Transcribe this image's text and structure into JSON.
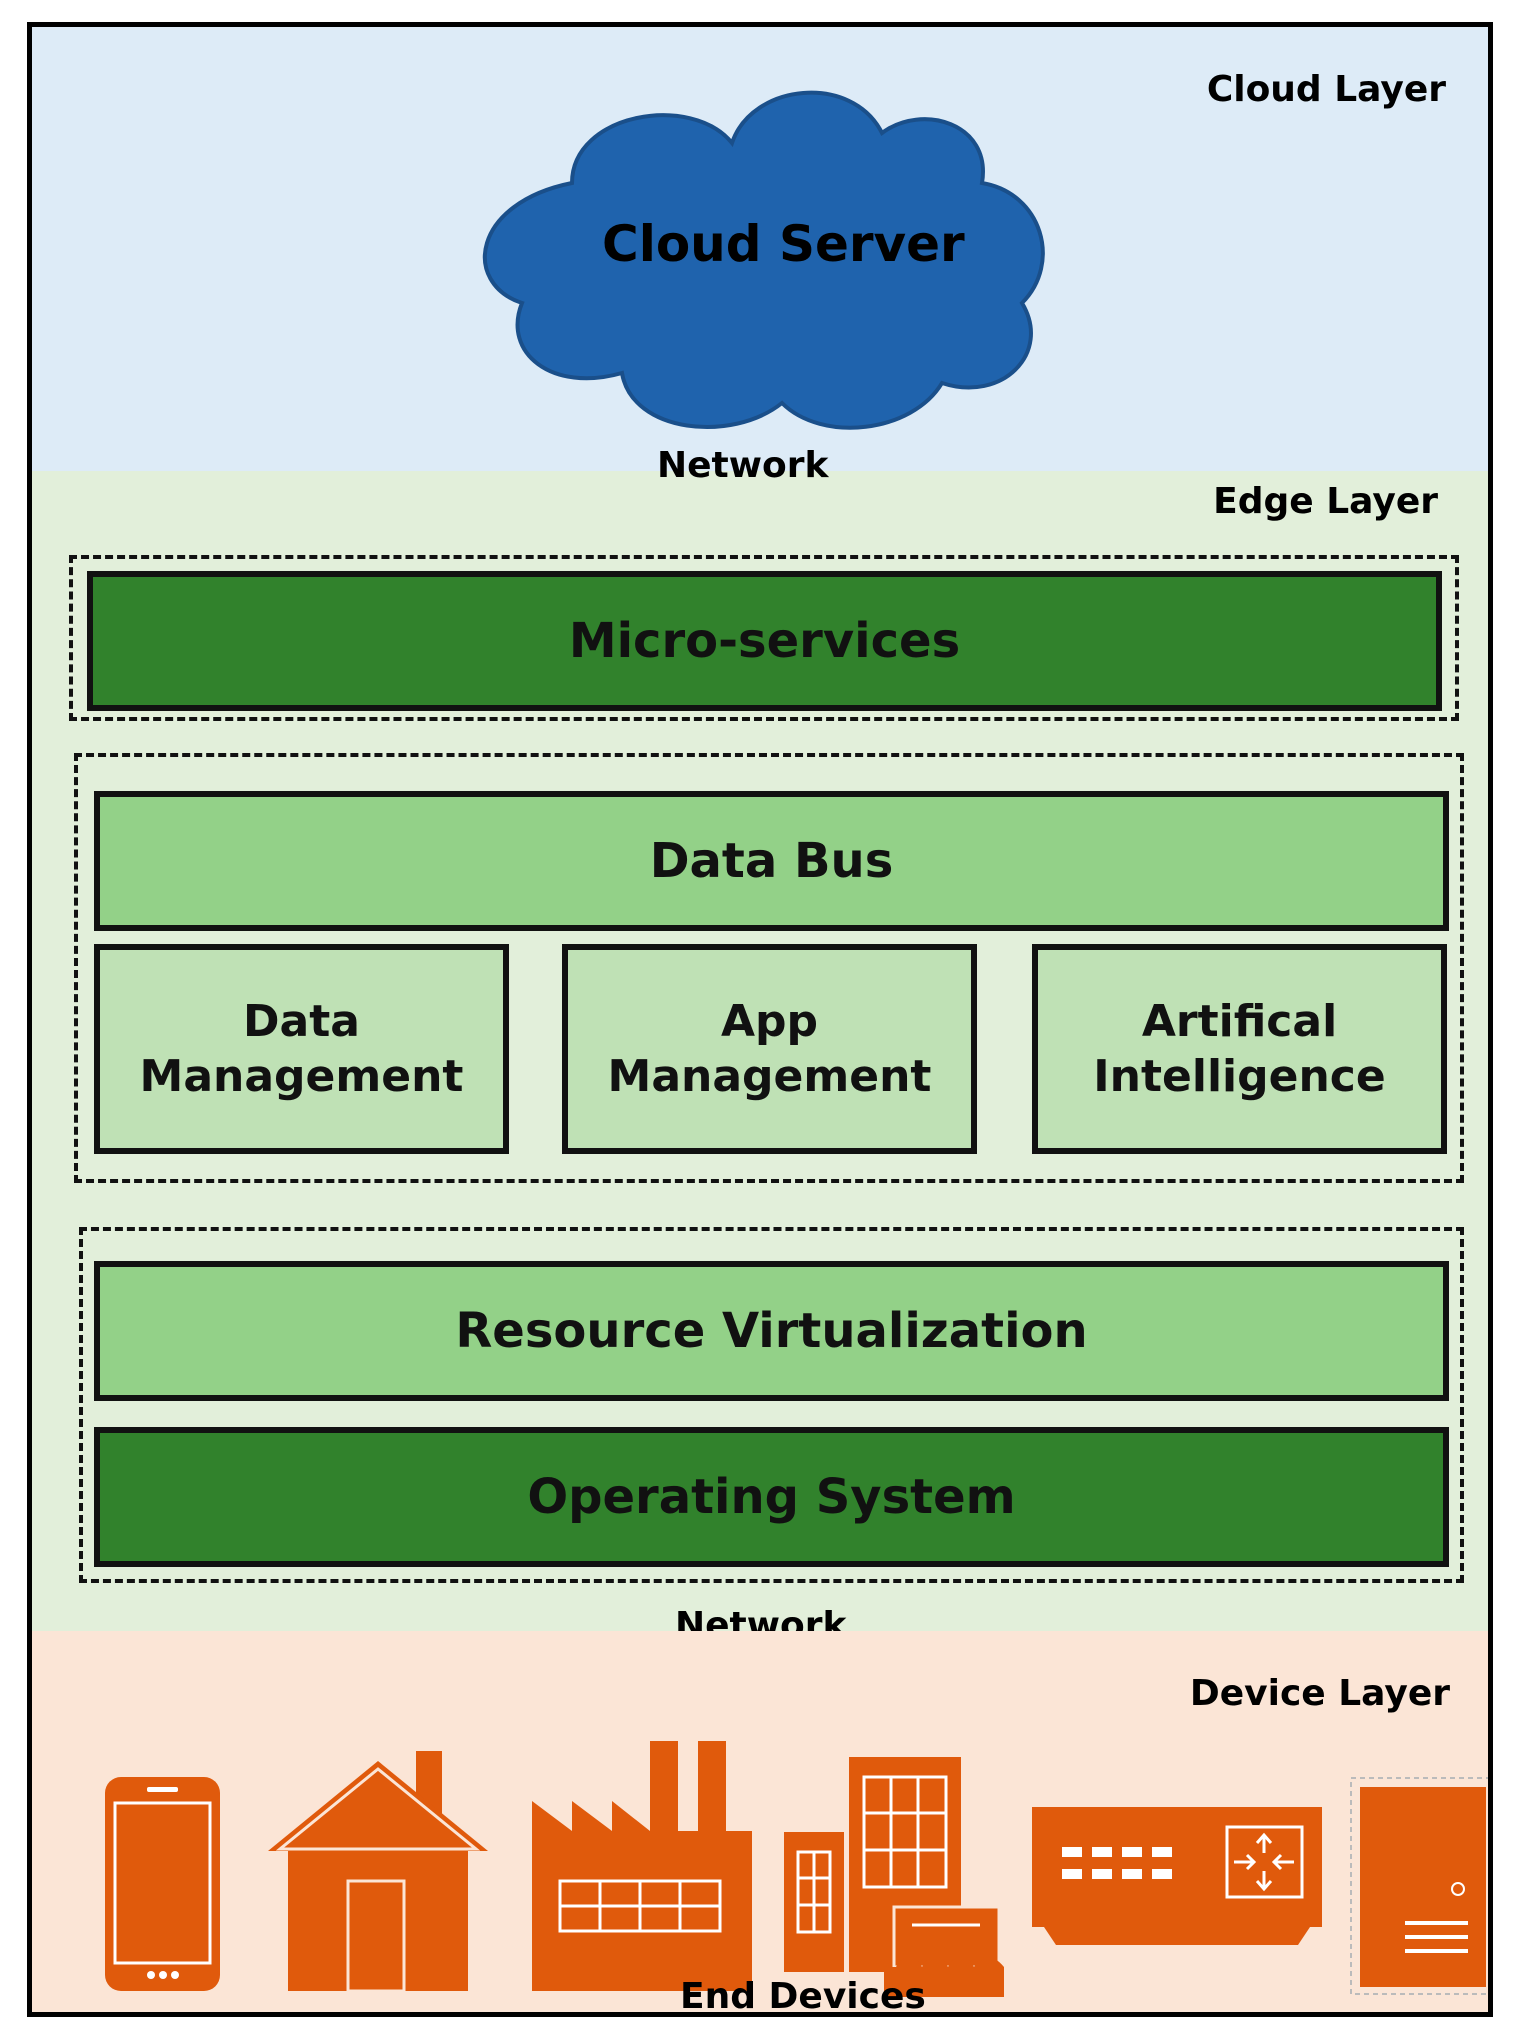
{
  "cloud_layer": {
    "label": "Cloud Layer",
    "server_label": "Cloud Server"
  },
  "network_top": "Network",
  "edge_layer": {
    "label": "Edge Layer",
    "micro_services": "Micro-services",
    "data_bus": "Data Bus",
    "data_management": "Data\nManagement",
    "app_management": "App\nManagement",
    "artificial_intelligence": "Artifical\nIntelligence",
    "resource_virtualization": "Resource Virtualization",
    "operating_system": "Operating System"
  },
  "network_bottom": "Network",
  "device_layer": {
    "label": "Device Layer",
    "end_devices": "End Devices",
    "icons": [
      "smartphone-icon",
      "house-icon",
      "factory-icon",
      "office-buildings-icon",
      "network-switch-icon",
      "server-tower-icon"
    ]
  },
  "colors": {
    "cloud_bg": "#ddebf7",
    "edge_bg": "#e2efda",
    "device_bg": "#fbe5d6",
    "cloud_fill": "#1f63ad",
    "dark_green": "#31822c",
    "mid_green": "#93d188",
    "light_green": "#bfe1b5",
    "device_orange": "#e05a0c"
  }
}
